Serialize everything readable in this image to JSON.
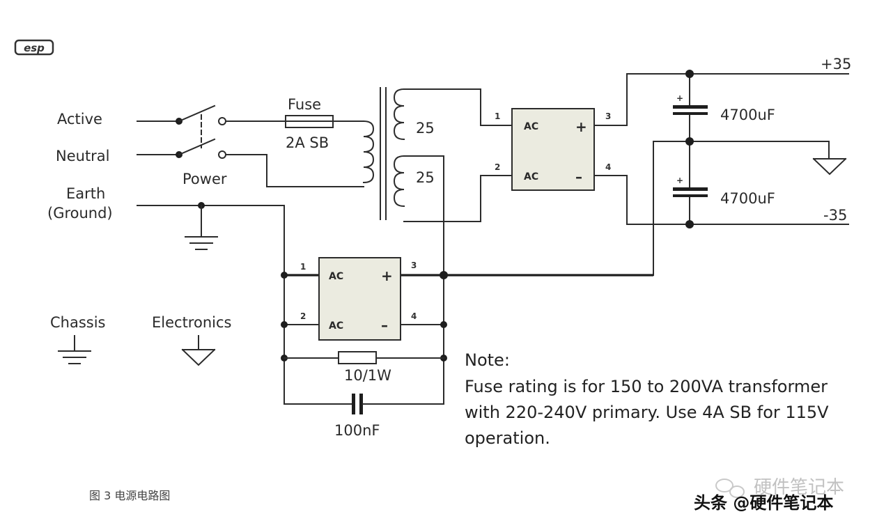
{
  "logo": {
    "text": "esp"
  },
  "inputs": {
    "active": "Active",
    "neutral": "Neutral",
    "earth_line1": "Earth",
    "earth_line2": "(Ground)"
  },
  "switch_label": "Power",
  "fuse": {
    "title": "Fuse",
    "rating": "2A SB"
  },
  "transformer": {
    "upper": "25",
    "lower": "25"
  },
  "bridge_main": {
    "pin1": "1",
    "pin2": "2",
    "pin3": "3",
    "pin4": "4",
    "ac1": "AC",
    "ac2": "AC",
    "plus": "+",
    "minus": "–"
  },
  "bridge_ground": {
    "pin1": "1",
    "pin2": "2",
    "pin3": "3",
    "pin4": "4",
    "ac1": "AC",
    "ac2": "AC",
    "plus": "+",
    "minus": "–"
  },
  "capacitors": {
    "top": "4700uF",
    "bottom": "4700uF",
    "top_polarity": "+",
    "bottom_polarity": "+"
  },
  "rails": {
    "positive": "+35",
    "negative": "-35"
  },
  "resistor": "10/1W",
  "capacitor_small": "100nF",
  "legend": {
    "chassis": "Chassis",
    "electronics": "Electronics"
  },
  "note": {
    "title": "Note:",
    "line1": "Fuse rating is for 150 to 200VA transformer",
    "line2": "with 220-240V primary.  Use 4A SB for 115V",
    "line3": "operation."
  },
  "caption": "图 3  电源电路图",
  "watermark": {
    "faint": "硬件笔记本",
    "main": "头条 @硬件笔记本"
  }
}
